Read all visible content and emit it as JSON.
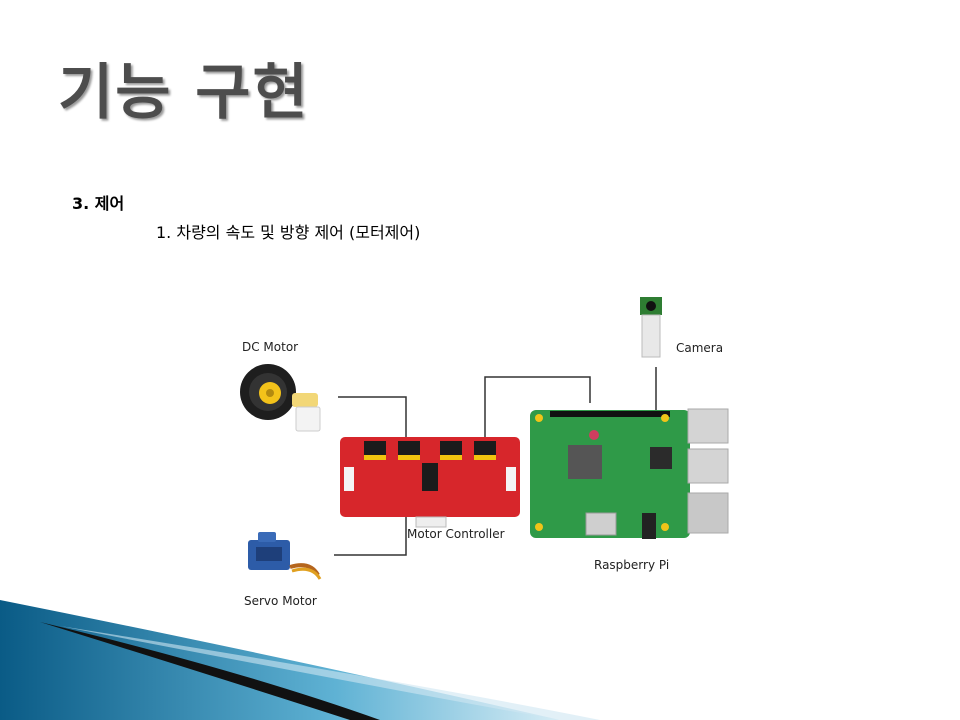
{
  "slide": {
    "title": "기능 구현",
    "section": "3. 제어",
    "subitem": "1. 차량의 속도 및 방향 제어 (모터제어)"
  },
  "diagram": {
    "labels": {
      "dc_motor": "DC Motor",
      "servo_motor": "Servo Motor",
      "motor_controller": "Motor Controller",
      "raspberry_pi": "Raspberry Pi",
      "camera": "Camera"
    }
  },
  "colors": {
    "title": "#4d4d4d",
    "controller_board": "#d7262b",
    "pi_board": "#2f9a48",
    "swoosh_dark": "#0a5b86",
    "swoosh_light": "#5fb2d4"
  }
}
